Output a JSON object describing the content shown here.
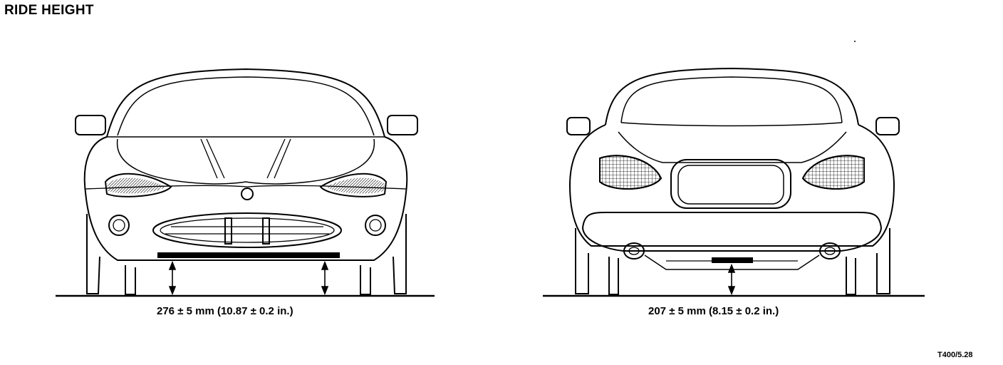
{
  "title": "RIDE HEIGHT",
  "front_view": {
    "measurement": "276 ± 5 mm (10.87 ± 0.2 in.)"
  },
  "rear_view": {
    "measurement": "207 ± 5 mm (8.15 ± 0.2 in.)"
  },
  "figure_ref": "T400/5.28",
  "colors": {
    "line": "#000000",
    "background": "#ffffff"
  }
}
